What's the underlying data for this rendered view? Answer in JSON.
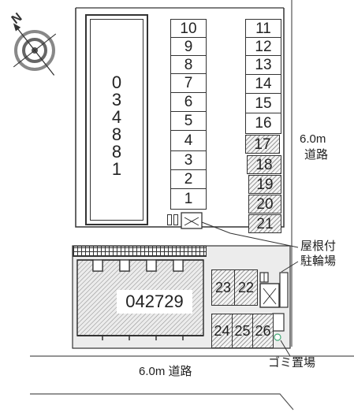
{
  "buildings": {
    "main_id_chars": [
      "0",
      "3",
      "4",
      "8",
      "8",
      "1"
    ],
    "annex_id": "042729"
  },
  "parking": {
    "left_column": [
      "10",
      "9",
      "8",
      "7",
      "6",
      "5",
      "4",
      "3",
      "2",
      "1"
    ],
    "right_column": [
      "11",
      "12",
      "13",
      "14",
      "15",
      "16",
      "17",
      "18",
      "19",
      "20",
      "21"
    ],
    "lower_middle": [
      "23",
      "22"
    ],
    "lower_bottom": [
      "24",
      "25",
      "26"
    ]
  },
  "labels": {
    "road_east_width": "6.0m",
    "road_east_name": "道路",
    "road_south": "6.0m 道路",
    "bike_line1": "屋根付",
    "bike_line2": "駐輪場",
    "garbage": "ゴミ置場"
  },
  "colors": {
    "line": "#333333",
    "hatch": "#9a9a9a",
    "ground": "#ececec"
  }
}
